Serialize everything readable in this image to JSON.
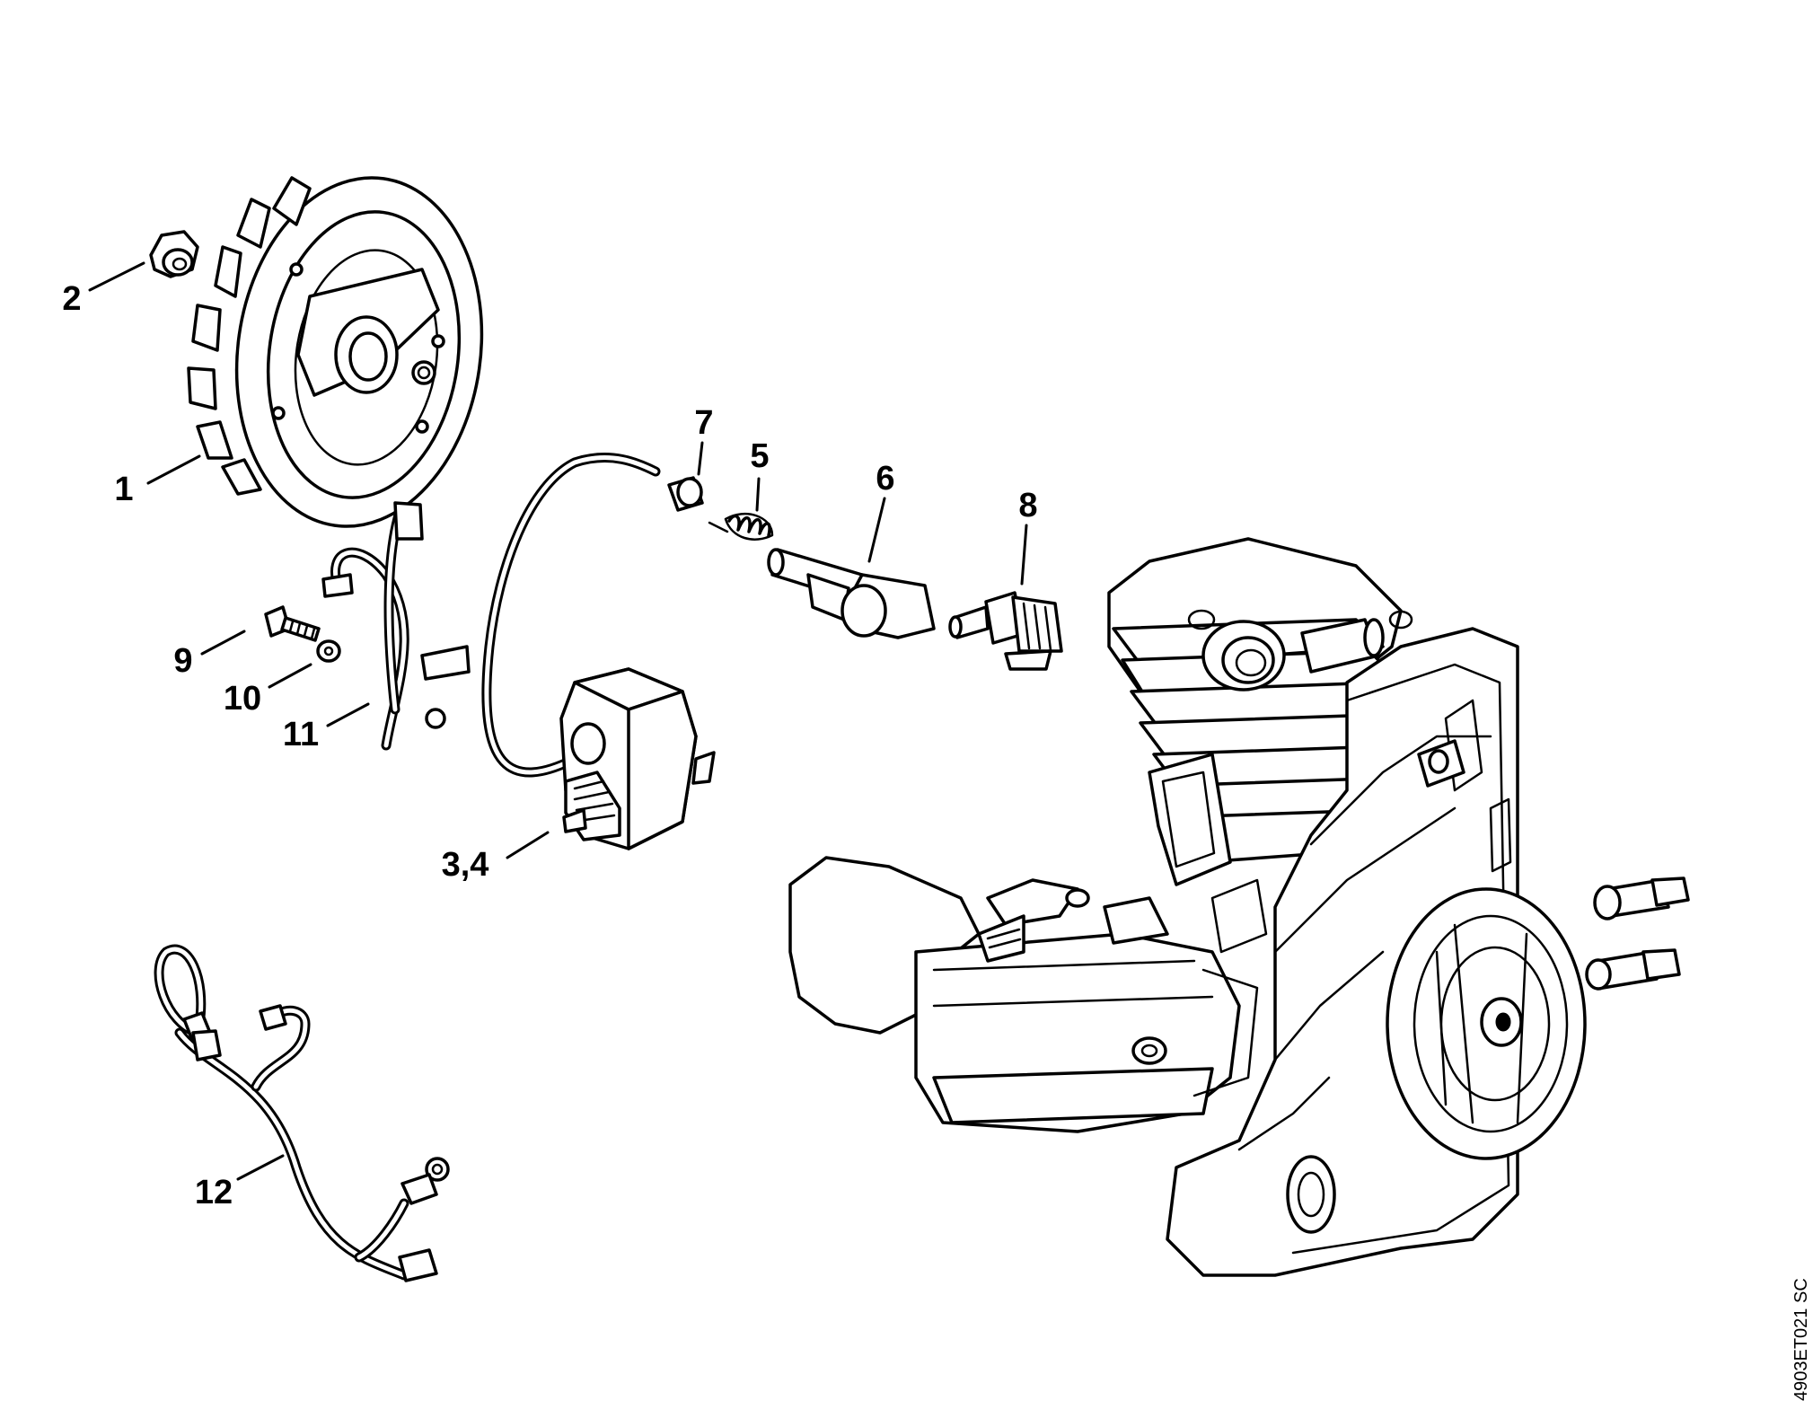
{
  "callouts": {
    "p1": "1",
    "p2": "2",
    "p34": "3,4",
    "p5": "5",
    "p6": "6",
    "p7": "7",
    "p8": "8",
    "p9": "9",
    "p10": "10",
    "p11": "11",
    "p12": "12"
  },
  "drawing_code": "4903ET021 SC"
}
